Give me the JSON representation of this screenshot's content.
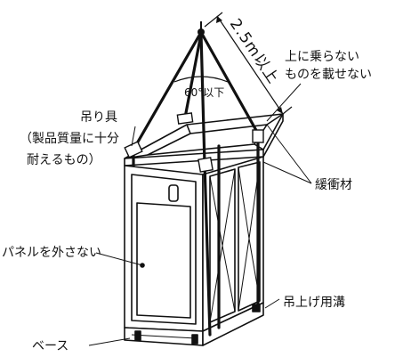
{
  "labels": {
    "distance": "2.5m以上",
    "angle": "60°以下",
    "no_step": "上に乗らない",
    "no_load": "ものを載せない",
    "sling_1": "吊り具",
    "sling_2": "（製品質量に十分",
    "sling_3": "耐えるもの）",
    "cushion": "緩衝材",
    "panel": "パネルを外さない",
    "groove": "吊上げ用溝",
    "base": "ベース"
  }
}
